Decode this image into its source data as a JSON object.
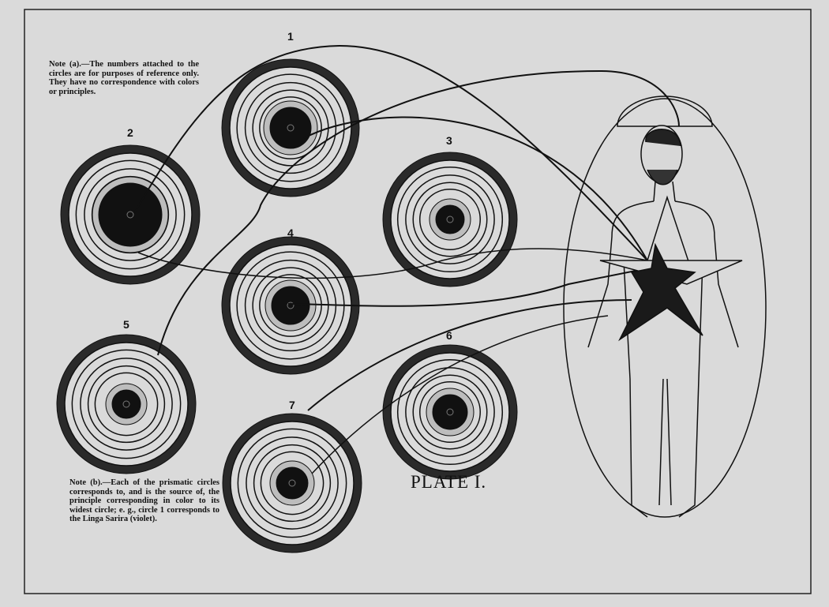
{
  "note_a": {
    "lead": "Note (a).",
    "text": "—The numbers attached to the circles are for purposes of reference only. They have no correspondence with colors or principles."
  },
  "note_b": {
    "lead": "Note (b).",
    "text": "—Each of the prismatic circles corresponds to, and is the source of, the principle corresponding in color to its widest circle; e. g., circle 1 corresponds to the Linga Sarira (violet)."
  },
  "circle_labels": [
    "1",
    "2",
    "3",
    "4",
    "5",
    "6",
    "7"
  ],
  "plate_title": "PLATE I.",
  "colors": {
    "background": "#dadada",
    "ink": "#111111"
  }
}
